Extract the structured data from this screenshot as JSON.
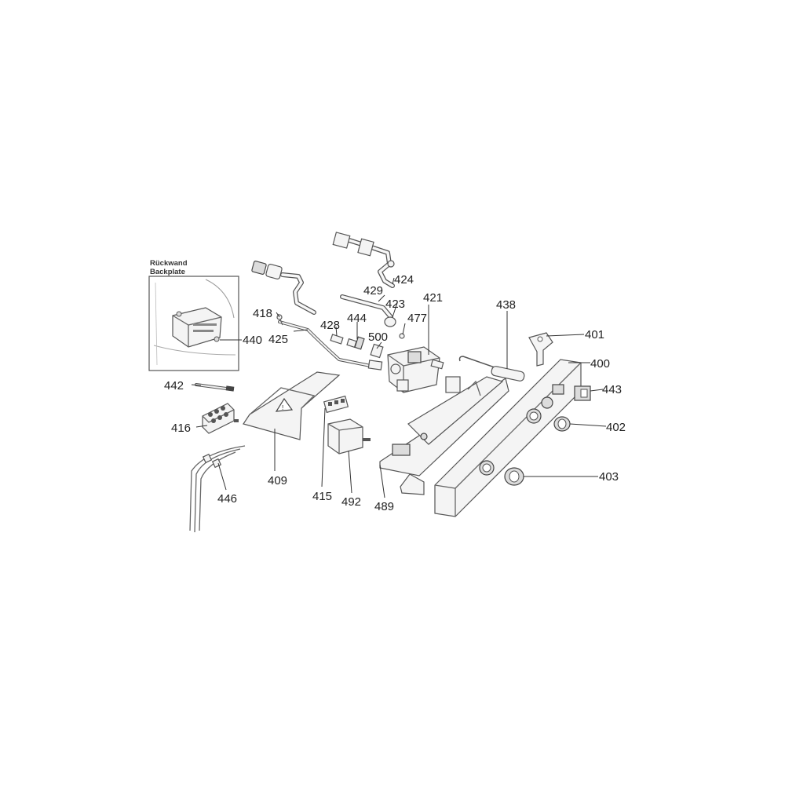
{
  "inset": {
    "title_line1": "Rückwand",
    "title_line2": "Backplate"
  },
  "callouts": {
    "c424": "424",
    "c429": "429",
    "c423": "423",
    "c421": "421",
    "c438": "438",
    "c418": "418",
    "c425": "425",
    "c428": "428",
    "c444": "444",
    "c500": "500",
    "c477": "477",
    "c401": "401",
    "c400": "400",
    "c443": "443",
    "c402": "402",
    "c403": "403",
    "c440": "440",
    "c442": "442",
    "c416": "416",
    "c446": "446",
    "c409": "409",
    "c415": "415",
    "c492": "492",
    "c489": "489"
  }
}
